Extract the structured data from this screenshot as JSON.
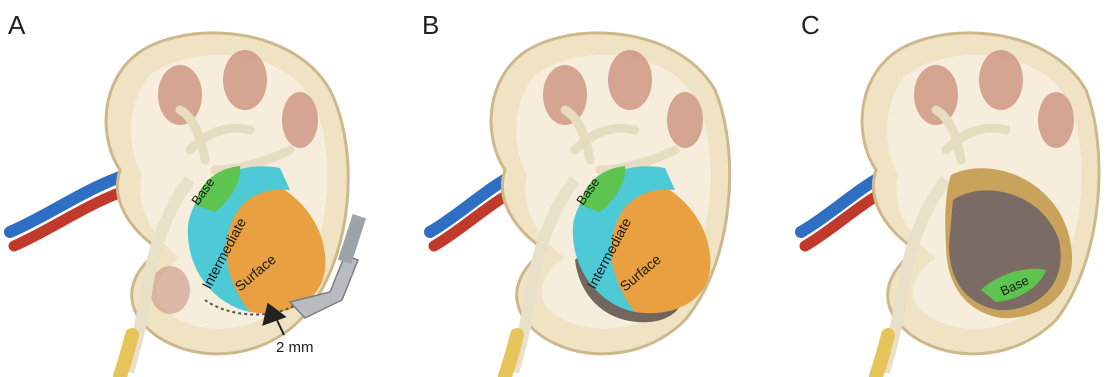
{
  "panels": [
    {
      "letter": "A",
      "zones": {
        "base": "Base",
        "intermediate": "Intermediate",
        "surface": "Surface"
      },
      "margin_label": "2 mm"
    },
    {
      "letter": "B",
      "zones": {
        "base": "Base",
        "intermediate": "Intermediate",
        "surface": "Surface"
      }
    },
    {
      "letter": "C",
      "zones": {
        "base": "Base"
      }
    }
  ],
  "colors": {
    "base_zone": "#5cc44f",
    "intermediate_zone": "#4ec9d6",
    "surface_zone": "#e8a040",
    "kidney_outer": "#efe3c4",
    "calyx": "#c98c7a",
    "artery": "#c0392b",
    "vein": "#2e6fc4",
    "ureter": "#e6c45a",
    "resection_bed": "#7a6c64"
  }
}
